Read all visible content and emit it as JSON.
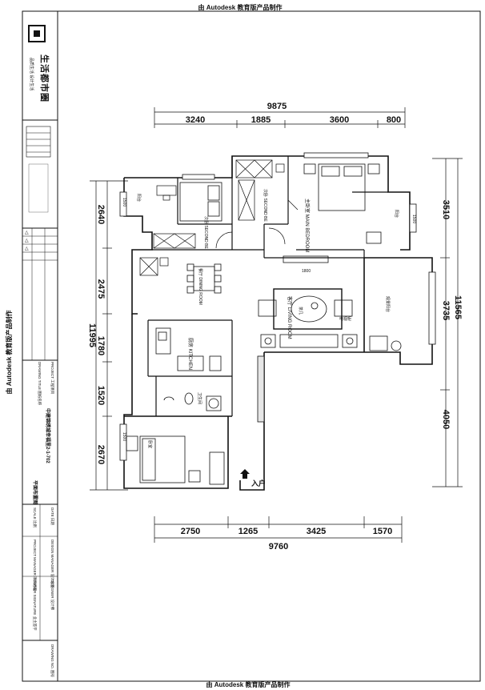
{
  "watermark": {
    "top": "由 Autodesk 教育版产品制作",
    "left": "由 Autodesk 教育版产品制作",
    "bottom": "由 Autodesk 教育版产品制作"
  },
  "title_block": {
    "logo_chars": [
      "生",
      "活",
      "都",
      "市",
      "圈"
    ],
    "logo_sub": "品质生活 设计生活",
    "project_name": "中建锦绣城幸福里2-1-702",
    "sheet_title": "平面布置图",
    "label_project": "PROJECT 工程项目",
    "label_drawing": "DRAWING TITLE 图纸名称",
    "label_scale": "SCALE 比例",
    "label_date": "DATE 日期",
    "label_design": "DESIGN MANAGER 设计总监",
    "label_designer": "DESIGNER 设计师",
    "label_pm": "PROJECT MANAGER 项目经理",
    "label_owner": "OWNER SIGNATURE 业主签字",
    "label_drawing_no": "DRAWING NO. 图号",
    "revision_marks": [
      "△",
      "△",
      "△"
    ]
  },
  "dimensions": {
    "top_total": "9875",
    "top_segments": [
      "3240",
      "1885",
      "3600",
      "800"
    ],
    "bottom_total": "9760",
    "bottom_segments": [
      "2750",
      "1265",
      "3425",
      "1570"
    ],
    "left_total": "11995",
    "left_segments": [
      "2640",
      "2475",
      "1780",
      "1520",
      "2670"
    ],
    "right_total": "11565",
    "right_segments": [
      "3510",
      "3735",
      "4050"
    ]
  },
  "rooms": {
    "second_bedroom_a": "次卧 SECOND BE",
    "second_bedroom_b": "次卧 SECOND BE",
    "main_bedroom": "主卧室 MAIN BEDROOM",
    "dining_room": "餐厅 DINING ROOM",
    "living_room": "客厅 LIVING ROOM",
    "kitchen": "厨房 KITCHEN",
    "toilet": "卫生间",
    "balcony_a": "阳台",
    "balcony_b": "阳台",
    "balcony_c": "观景阳台",
    "bedroom_3": "卧室",
    "entrance": "入户"
  },
  "annotations": {
    "window_1": "1500",
    "window_2": "1500",
    "window_3": "1500",
    "tv_cabinet": "1800",
    "coffee_table": "茶几",
    "cabinet": "电视柜"
  }
}
